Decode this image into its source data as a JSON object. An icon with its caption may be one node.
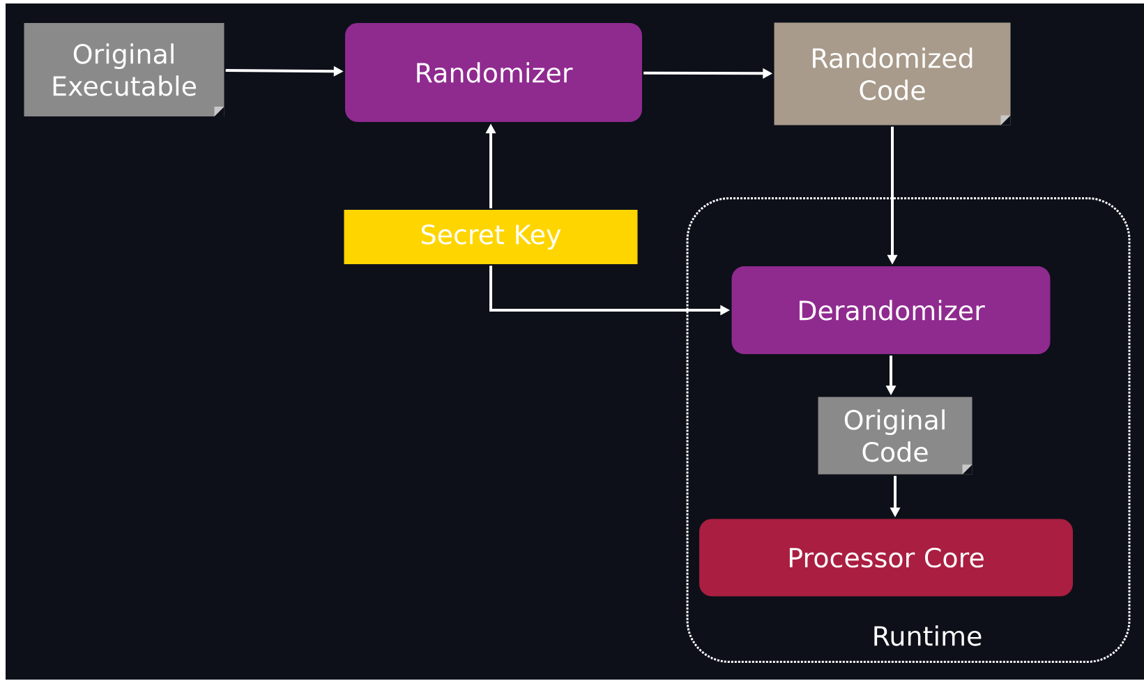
{
  "diagram": {
    "nodes": [
      {
        "text": [
          "Original Executable"
        ]
      },
      {
        "text": [
          "Randomizer"
        ]
      },
      {
        "text": [
          "Randomized Code"
        ]
      },
      {
        "text": [
          "Secret Key"
        ]
      },
      {
        "text": [
          "Runtime"
        ]
      },
      {
        "text": [
          "Derandomizer"
        ],
        "in": 4
      },
      {
        "text": [
          "Original Code"
        ],
        "in": 4
      },
      {
        "text": [
          "Processor Core"
        ],
        "in": 4
      }
    ],
    "edges": [
      {
        "from": 0,
        "to": 1,
        "arrow": "to"
      },
      {
        "from": 1,
        "to": 2,
        "arrow": "to"
      },
      {
        "from": 3,
        "to": 1,
        "arrow": "to"
      },
      {
        "from": 3,
        "to": 5,
        "arrow": "to"
      },
      {
        "from": 2,
        "to": 5,
        "arrow": "to"
      },
      {
        "from": 5,
        "to": 6,
        "arrow": "to"
      },
      {
        "from": 6,
        "to": 7,
        "arrow": "to"
      }
    ]
  }
}
